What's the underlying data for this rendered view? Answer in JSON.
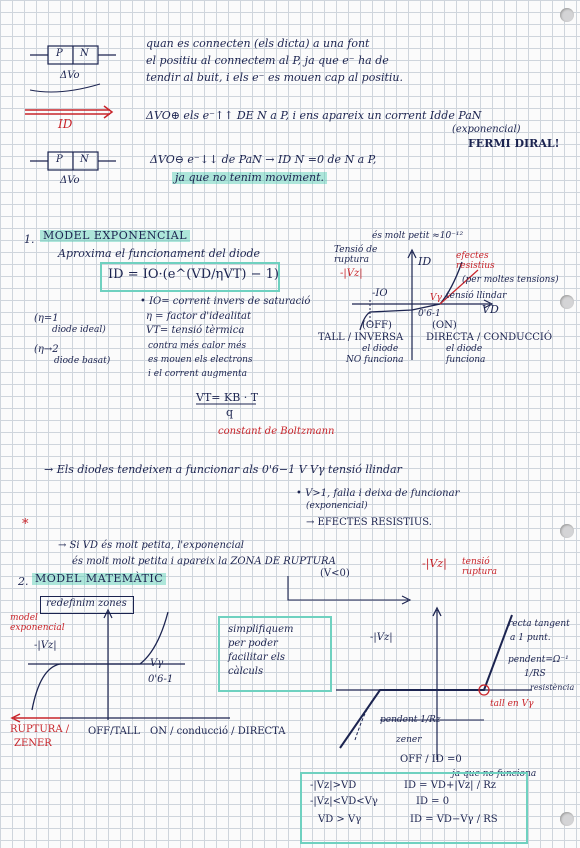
{
  "top": {
    "bias_line1": "quan es connecten (els dicta) a una font",
    "bias_line2": "el positiu al connectem al P, ja que e⁻ ha de",
    "bias_line3": "tendir al buit, i els e⁻ es mouen cap al positiu.",
    "forward_eq": "ΔVO⊕ els e⁻↑↑ DE N a P, i ens apareix un corrent Idde PaN",
    "forward_note": "(exponencial)",
    "fermi": "FERMI DIRAL!",
    "reverse_eq": "ΔVO⊖ e⁻↓↓ de PaN → ID N =0 de N a P,",
    "reverse_note": "ja que no tenim moviment.",
    "label_dvo": "ΔVo",
    "label_id": "ID",
    "label_p": "P",
    "label_n": "N"
  },
  "model_exp": {
    "num": "1.",
    "heading": "MODEL EXPONENCIAL",
    "approx": "Aproxima el funcionament del diode",
    "formula": "ID = IO·(e^(VD/ηVT) − 1)",
    "legend1": "• IO= corrent invers de saturació",
    "legend2": "η = factor d'idealitat",
    "legend3": "VT= tensió tèrmica",
    "eta1": "(η=1",
    "eta1b": "diode ideal)",
    "eta2": "(η→2",
    "eta2b": "diode basat)",
    "paren1": "contra més calor més",
    "paren2": "es mouen els electrons",
    "paren3": "i el corrent augmenta",
    "vt": "VT= KB · T",
    "vt_den": "q",
    "boltz": "constant de Boltzmann",
    "g_small": "és molt petit ≈10⁻¹²",
    "g_ruptura": "Tensió de ruptura",
    "g_vz": "-|Vz|",
    "g_id": "ID",
    "g_vd": "VD",
    "g_efectes": "efectes resistius",
    "g_permoltes": "(per moltes tensions)",
    "g_tensio": "tensió llindar",
    "g_vy": "Vγ",
    "g_io": "-IO",
    "g_06": "0'6-1",
    "g_off": "(OFF)",
    "g_on": "(ON)",
    "g_tall": "TALL / INVERSA",
    "g_directa": "DIRECTA / CONDUCCIÓ",
    "g_diode": "el diode",
    "g_nofunc": "NO funciona",
    "g_diode2": "el diode",
    "g_func": "funciona"
  },
  "mid": {
    "line1": "→ Els diodes tendeixen a funcionar als 0'6−1 V Vγ tensió llindar",
    "line2": "• V>1, falla i deixa de funcionar",
    "line2b": "(exponencial)",
    "line3": "→ EFECTES RESISTIUS.",
    "star": "*",
    "line4": "→ Si VD és molt petita, l'exponencial",
    "line5": "és molt molt petita i apareix la ZONA DE RUPTURA",
    "vlt0": "(V<0)",
    "vz": "-|Vz|",
    "vz_note": "tensió ruptura"
  },
  "model_mat": {
    "num": "2.",
    "heading": "MODEL MATEMÀTIC",
    "redefinim": "redefinim zones",
    "model_exp": "model exponencial",
    "vz": "-|Vz|",
    "vy": "Vγ",
    "o6": "0'6-1",
    "ruptura": "RUPTURA /",
    "zener": "ZENER",
    "offtall": "OFF/TALL",
    "ondirecta": "ON / conducció / DIRECTA",
    "simplifiquem1": "simplifiquem",
    "simplifiquem2": "per poder",
    "simplifiquem3": "facilitar els",
    "simplifiquem4": "càlculs",
    "g2_vz": "-|Vz|",
    "recta": "recta tangent",
    "recta2": "a 1 punt.",
    "pendent": "pendent=Ω⁻¹",
    "rs": "1/RS",
    "resist": "resistència",
    "pendent2": "pendent 1/Rz",
    "zener2": "zener",
    "tall": "tall en Vγ",
    "off_id": "OFF / ID =0",
    "nofunc": "ja que no funciona",
    "c1a": "-|Vz|>VD",
    "c1b": "ID = VD+|Vz| / Rz",
    "c2a": "-|Vz|<VD<Vγ",
    "c2b": "ID = 0",
    "c3a": "VD > Vγ",
    "c3b": "ID = VD−Vγ / RS"
  }
}
